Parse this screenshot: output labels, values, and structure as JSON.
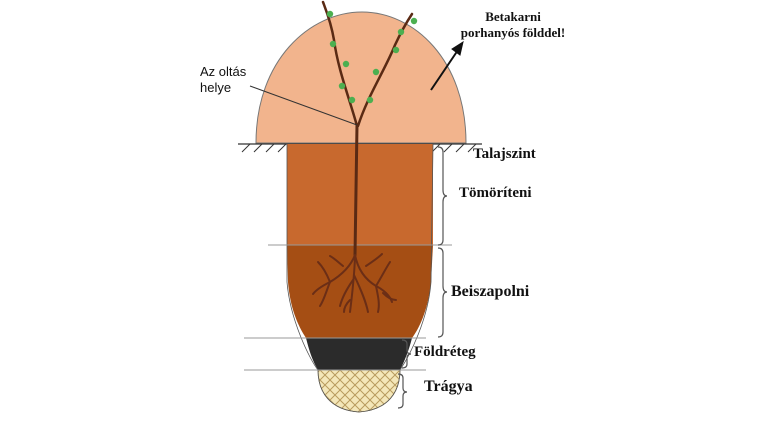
{
  "labels": {
    "cover_line1": "Betakarni",
    "cover_line2": "porhanyós földdel!",
    "graft_line1": "Az oltás",
    "graft_line2": "helye",
    "ground_level": "Talajszint",
    "compact": "Tömöríteni",
    "puddle": "Beiszapolni",
    "soil_layer": "Földréteg",
    "manure": "Trágya"
  },
  "colors": {
    "mound": "#f2b48d",
    "compact_layer": "#c8692e",
    "puddle_layer": "#a54e14",
    "soil_layer": "#2b2b2b",
    "manure_layer": "#f4e7b9",
    "stem": "#5a2a14",
    "leaf": "#4caf50",
    "root": "#6b2e16"
  }
}
